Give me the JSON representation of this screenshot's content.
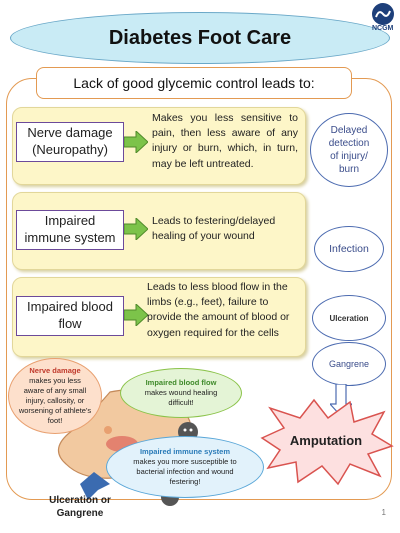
{
  "title": "Diabetes Foot Care",
  "logo_text": "NCGM",
  "lead": "Lack of good glycemic control leads to:",
  "rows": [
    {
      "label_line1": "Nerve damage",
      "label_line2": "(Neuropathy)",
      "desc": "Makes you less sensitive to pain, then less aware of any injury or burn, which, in turn, may be left untreated."
    },
    {
      "label_line1": "Impaired",
      "label_line2": "immune system",
      "desc": "Leads to festering/delayed healing of your wound"
    },
    {
      "label_line1": "Impaired blood",
      "label_line2": "flow",
      "desc": "Leads to less blood flow in the limbs (e.g., feet), failure to provide the amount of blood or oxygen required for the cells"
    }
  ],
  "outcomes": {
    "delayed_l1": "Delayed",
    "delayed_l2": "detection",
    "delayed_l3": "of injury/",
    "delayed_l4": "burn",
    "infection": "Infection",
    "ulceration": "Ulceration",
    "gangrene": "Gangrene",
    "amputation": "Amputation"
  },
  "bubbles": {
    "nerve_title": "Nerve damage",
    "nerve_body": "makes you less aware of any small injury, callosity, or worsening of athlete's foot!",
    "blood_title": "Impaired blood flow",
    "blood_body": "makes wound healing difficult!",
    "immune_title": "Impaired immune system",
    "immune_body": "makes you more susceptible to bacterial infection and wound festering!"
  },
  "bottom_label_l1": "Ulceration or",
  "bottom_label_l2": "Gangrene",
  "page_number": "1",
  "colors": {
    "title_fill": "#c9ebf5",
    "frame": "#e39a52",
    "row_fill": "#fdf6c8",
    "label_border": "#6c4a9a",
    "arrow": "#7cc34a",
    "oval_border": "#4c6bb0",
    "amputation_fill": "#fde0e0",
    "amputation_border": "#d9534f"
  }
}
